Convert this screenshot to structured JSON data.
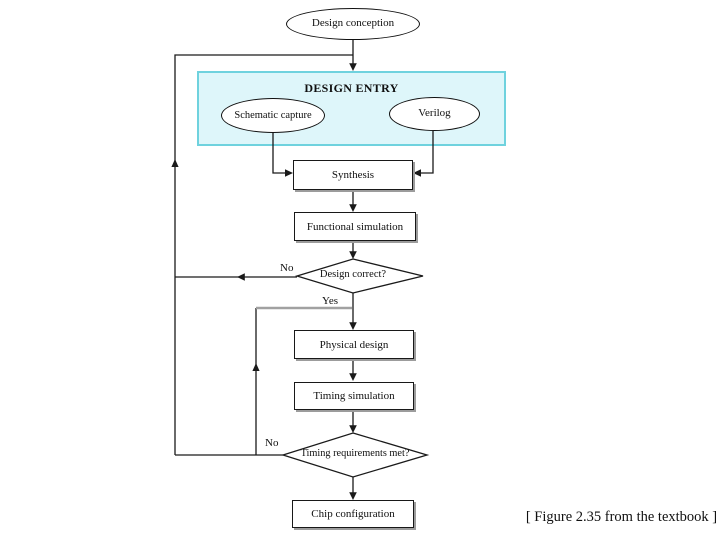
{
  "slide": {
    "caption": "[ Figure 2.35 from the textbook ]",
    "background_color": "#ffffff"
  },
  "flowchart": {
    "colors": {
      "line": "#1a1a1a",
      "feedback_gray": "#a1a1a1",
      "design_entry_fill": "#def6fa",
      "design_entry_border": "#6fd2de",
      "node_fill": "#ffffff",
      "node_border": "#181818",
      "node_shadow": "#9c9c9c"
    },
    "nodes": {
      "design_conception": {
        "label": "Design conception",
        "shape": "ellipse"
      },
      "design_entry_group": {
        "label": "DESIGN ENTRY",
        "shape": "group-box"
      },
      "schematic_capture": {
        "label": "Schematic capture",
        "shape": "ellipse"
      },
      "verilog": {
        "label": "Verilog",
        "shape": "ellipse"
      },
      "synthesis": {
        "label": "Synthesis",
        "shape": "rect"
      },
      "functional_simulation": {
        "label": "Functional simulation",
        "shape": "rect"
      },
      "design_correct": {
        "label": "Design correct?",
        "shape": "diamond"
      },
      "physical_design": {
        "label": "Physical design",
        "shape": "rect"
      },
      "timing_simulation": {
        "label": "Timing simulation",
        "shape": "rect"
      },
      "timing_requirements_met": {
        "label": "Timing requirements met?",
        "shape": "diamond"
      },
      "chip_configuration": {
        "label": "Chip configuration",
        "shape": "rect"
      }
    },
    "edge_labels": {
      "design_correct_no": "No",
      "design_correct_yes": "Yes",
      "timing_requirements_no": "No"
    }
  }
}
